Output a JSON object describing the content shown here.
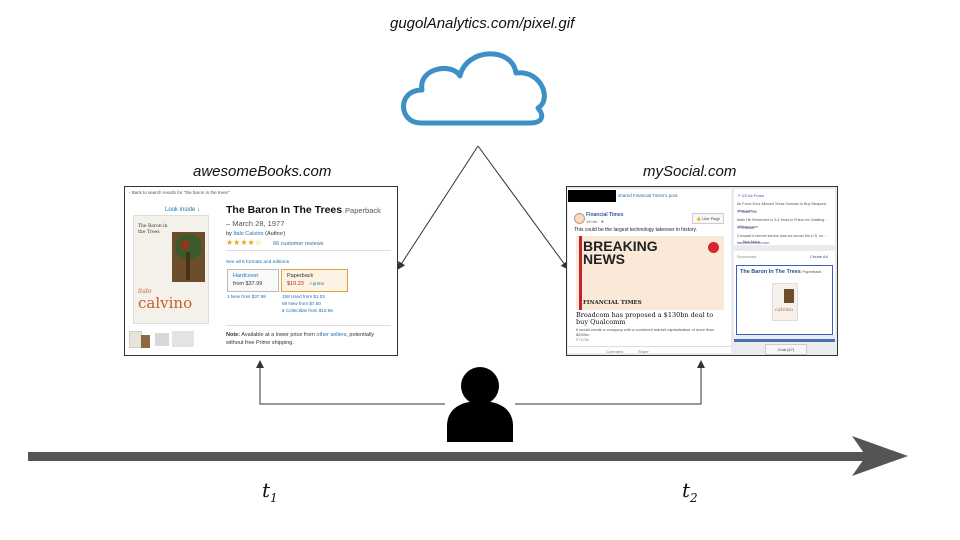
{
  "diagram": {
    "tracker_label": "gugolAnalytics.com/pixel.gif",
    "site_a_label": "awesomeBooks.com",
    "site_b_label": "mySocial.com",
    "time_labels": [
      {
        "base": "t",
        "sub": "1"
      },
      {
        "base": "t",
        "sub": "2"
      }
    ],
    "colors": {
      "cloud": "#3d8fc6",
      "arrow": "#555555",
      "user": "#000000"
    }
  },
  "books_page": {
    "back_link": "‹ Back to search results for \"the baron in the trees\"",
    "look_inside": "Look inside ↓",
    "cover_title": "The Baron in the Trees",
    "cover_author_small": "italo",
    "cover_author": "calvino",
    "title": "The Baron In The Trees",
    "format": "Paperback",
    "date": "– March 28, 1977",
    "by_prefix": "by ",
    "author": "Italo Calvino",
    "author_role": " (Author)",
    "stars": "★★★★☆",
    "reviews": "66 customer reviews",
    "formats_link": "See all 8 formats and editions",
    "option1_name": "Hardcover",
    "option1_price": "from $37.99",
    "option1_sub": "1 New from $37.99",
    "option2_name": "Paperback",
    "option2_price": "$10.23",
    "option2_badge": "✓prime",
    "option2_sub1": "158 Used from $1.03",
    "option2_sub2": "69 New from $7.50",
    "option2_sub3": "5 Collectible from $10.95",
    "note_bold": "Note:",
    "note_text": " Available at a lower price from ",
    "note_link": "other sellers",
    "note_text2": ", potentially without free Prime shipping."
  },
  "social_page": {
    "header_text": "shared Financial Times's post.",
    "poster_name": "Financial Times",
    "poster_time": "19 hrs · ⊕",
    "like_button": "👍 Like Page",
    "post_text": "This could be the largest technology takeover in history.",
    "breaking": "BREAKING",
    "news": "NEWS",
    "ft_label": "FINANCIAL TIMES",
    "headline": "Broadcom has proposed a $130bn deal to buy Qualcomm",
    "summary": "It would create a company with a combined market capitalisation of more than $200bn",
    "source": "FT.COM",
    "action_comment": "Comment",
    "action_share": "Share",
    "trending": [
      {
        "title": "US Air Force",
        "text": "Air Force Error Allowed Texas Gunman to Buy Weapons · nbcn.com"
      },
      {
        "title": "Mark Hill",
        "text": "Mark Hill Sentenced to 3-4 Years in Prison for Violating... · billboard.com"
      },
      {
        "title": "Ghosts",
        "text": "Comcast's internet service was out across the U.S. on... · businessinsider.com"
      }
    ],
    "see_more": "⌄ See More",
    "sponsored": "Sponsored",
    "create_ad": "Create Ad",
    "ad_title": "The Baron In The Trees",
    "ad_format": "Paperback",
    "ad_cover_author": "calvino",
    "bottom_button": "Chat (67)"
  }
}
